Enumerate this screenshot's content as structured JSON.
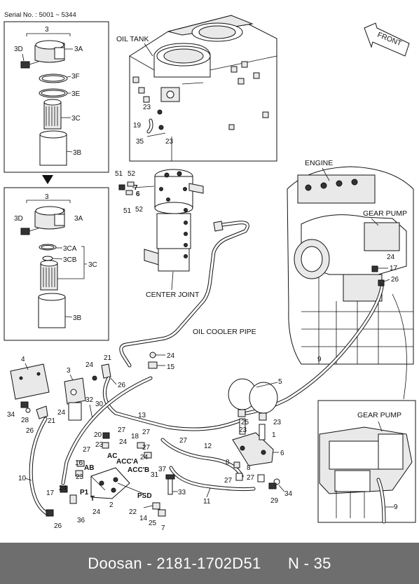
{
  "serial": "Serial No. : 5001 ~ 5344",
  "captions": {
    "oil_tank": "OIL TANK",
    "engine": "ENGINE",
    "gear_pump_top": "GEAR PUMP",
    "gear_pump_inset": "GEAR PUMP",
    "center_joint": "CENTER JOINT",
    "oil_cooler_pipe": "OIL COOLER PIPE",
    "front": "FRONT"
  },
  "inset_top": {
    "group": "3",
    "labels": [
      "3D",
      "3A",
      "3F",
      "3E",
      "3C",
      "3B"
    ]
  },
  "inset_bottom": {
    "group": "3",
    "labels": [
      "3D",
      "3A",
      "3CA",
      "3CB",
      "3C",
      "3B"
    ]
  },
  "callouts": {
    "c_23a": "23",
    "c_19": "19",
    "c_35": "35",
    "c_23b": "23",
    "c_51a": "51",
    "c_52a": "52",
    "c_7": "7",
    "c_6a": "6",
    "c_51b": "51",
    "c_52b": "52",
    "c_17": "17",
    "c_24a": "24",
    "c_26a": "26",
    "c_4": "4",
    "c_3": "3",
    "c_24b": "24",
    "c_21": "21",
    "c_26b": "26",
    "c_32": "32",
    "c_30": "30",
    "c_34a": "34",
    "c_28": "28",
    "c_24c": "24",
    "c_21b": "21",
    "c_26c": "26",
    "c_13": "13",
    "c_9a": "9",
    "c_5": "5",
    "c_24d": "24",
    "c_15": "15",
    "c_20": "20",
    "c_27a": "27",
    "c_23c": "23",
    "c_24e": "24",
    "c_18": "18",
    "c_27b": "27",
    "c_27c": "27",
    "c_12": "12",
    "c_25": "25",
    "c_23d": "23",
    "c_1": "1",
    "c_6b": "6",
    "c_8a": "8",
    "c_27d": "27",
    "c_8b": "8",
    "c_27e": "27",
    "c_29": "29",
    "c_34b": "34",
    "c_10": "10",
    "c_16": "16",
    "c_23e": "23",
    "c_27f": "27",
    "c_37": "37",
    "c_31": "31",
    "c_33": "33",
    "c_11": "11",
    "c_24f": "24",
    "c_17b": "17",
    "c_26d": "26",
    "c_36": "36",
    "c_24g": "24",
    "c_2": "2",
    "c_22": "22",
    "c_14": "14",
    "c_25b": "25",
    "c_7b": "7",
    "c_9b": "9"
  },
  "ports": {
    "ac": "AC",
    "acc_a": "ACC'A",
    "acc_b": "ACC'B",
    "ab": "AB",
    "p1": "P1",
    "t": "T",
    "psd": "PSD"
  },
  "footer": {
    "text": "Doosan - 2181-1702D51      N - 35"
  }
}
